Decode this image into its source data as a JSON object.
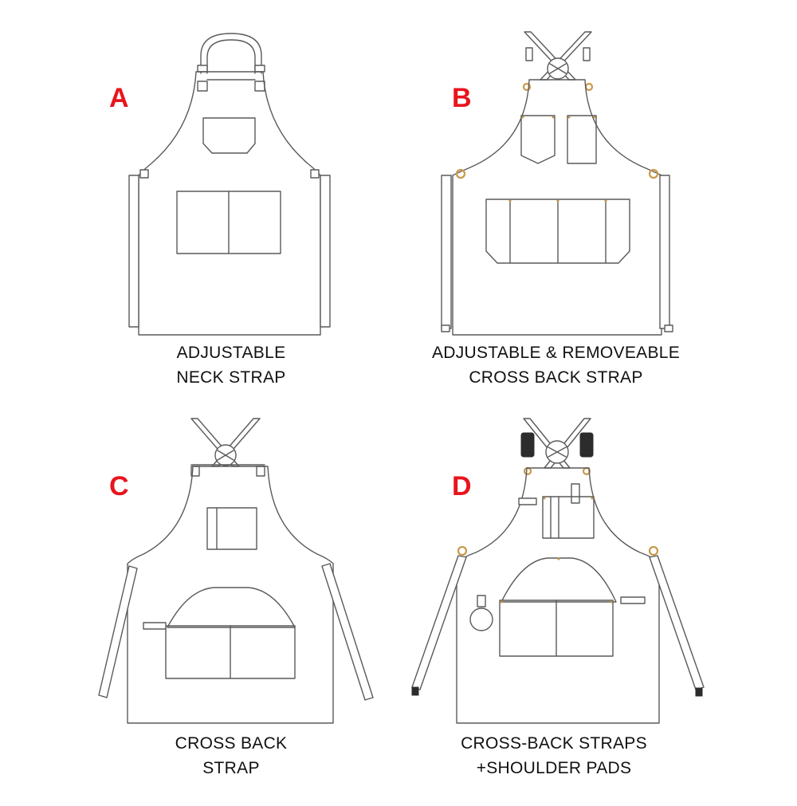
{
  "panels": [
    {
      "id": "A",
      "letter": "A",
      "caption_line1": "ADJUSTABLE",
      "caption_line2": "NECK STRAP"
    },
    {
      "id": "B",
      "letter": "B",
      "caption_line1": "ADJUSTABLE & REMOVEABLE",
      "caption_line2": "CROSS BACK STRAP"
    },
    {
      "id": "C",
      "letter": "C",
      "caption_line1": "CROSS BACK",
      "caption_line2": "STRAP"
    },
    {
      "id": "D",
      "letter": "D",
      "caption_line1": "CROSS-BACK STRAPS",
      "caption_line2": "+SHOULDER PADS"
    }
  ],
  "colors": {
    "letter": "#e8141c",
    "outline": "#5a5a5a",
    "brass": "#c89a4a",
    "text": "#111111"
  }
}
